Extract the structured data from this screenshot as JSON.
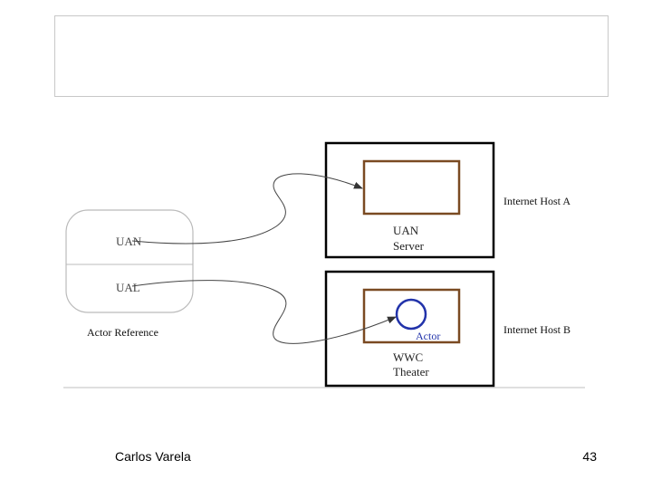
{
  "diagram": {
    "actor_reference": {
      "uan_label": "UAN",
      "ual_label": "UAL",
      "caption": "Actor Reference"
    },
    "host_a": {
      "label": "Internet Host A",
      "server_caption_line1": "UAN",
      "server_caption_line2": "Server"
    },
    "host_b": {
      "label": "Internet Host B",
      "actor_label": "Actor",
      "theater_caption_line1": "WWC",
      "theater_caption_line2": "Theater"
    },
    "colors": {
      "inner_box_border": "#7a4a22",
      "actor_circle": "#2233aa",
      "actor_text": "#2233aa",
      "host_border": "#000000",
      "reference_border": "#bbbbbb"
    }
  },
  "footer": {
    "author": "Carlos Varela",
    "page_number": "43"
  }
}
